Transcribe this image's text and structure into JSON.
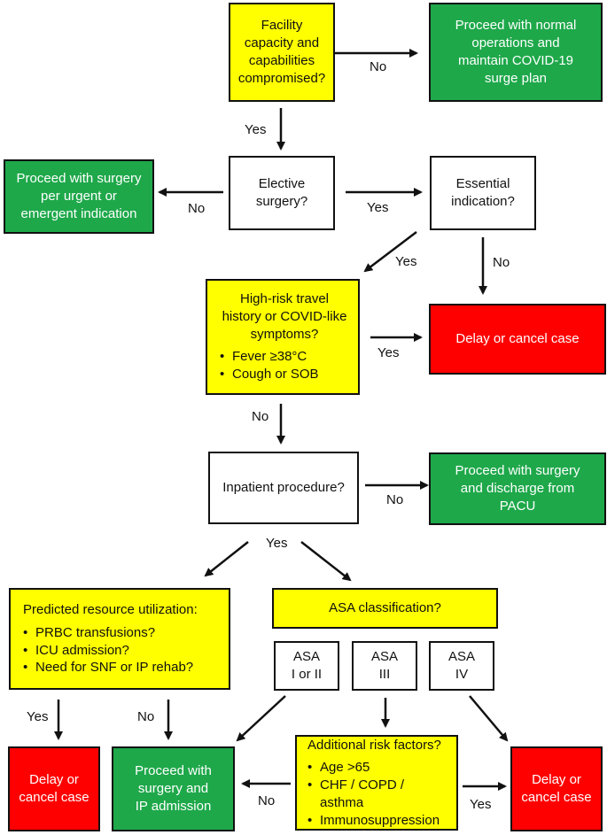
{
  "colors": {
    "decision": "#ffff00",
    "proceed": "#1ea84a",
    "stop": "#ff0000",
    "neutral": "#ffffff"
  },
  "boxes": {
    "facility": [
      "Facility",
      "capacity and",
      "capabilities",
      "compromised?"
    ],
    "normal_ops": [
      "Proceed with normal",
      "operations and",
      "maintain COVID-19",
      "surge plan"
    ],
    "urgent": [
      "Proceed with surgery",
      "per urgent or",
      "emergent indication"
    ],
    "elective": [
      "Elective",
      "surgery?"
    ],
    "essential": [
      "Essential",
      "indication?"
    ],
    "highrisk": {
      "title": [
        "High-risk travel",
        "history or COVID-like",
        "symptoms?"
      ],
      "bullets": [
        "Fever ≥38°C",
        "Cough or SOB"
      ]
    },
    "delay1": [
      "Delay or cancel case"
    ],
    "inpatient": [
      "Inpatient procedure?"
    ],
    "discharge": [
      "Proceed with surgery",
      "and discharge from",
      "PACU"
    ],
    "resource": {
      "title": "Predicted resource utilization:",
      "bullets": [
        "PRBC transfusions?",
        "ICU admission?",
        "Need for SNF or IP rehab?"
      ]
    },
    "asa": [
      "ASA classification?"
    ],
    "asa12": [
      "ASA",
      "I or II"
    ],
    "asa3": [
      "ASA",
      "III"
    ],
    "asa4": [
      "ASA",
      "IV"
    ],
    "delay2": [
      "Delay or",
      "cancel case"
    ],
    "proceed_ip": [
      "Proceed with",
      "surgery and",
      "IP admission"
    ],
    "riskfactors": {
      "title": "Additional risk factors?",
      "bullets": [
        "Age >65",
        "CHF / COPD / asthma",
        "Immunosuppression"
      ]
    },
    "delay3": [
      "Delay or",
      "cancel case"
    ]
  },
  "labels": {
    "no_facility": "No",
    "yes_facility": "Yes",
    "no_elective": "No",
    "yes_elective": "Yes",
    "yes_essential": "Yes",
    "no_essential": "No",
    "yes_highrisk": "Yes",
    "no_highrisk": "No",
    "no_inpatient": "No",
    "yes_inpatient": "Yes",
    "yes_resource": "Yes",
    "no_resource": "No",
    "no_risk": "No",
    "yes_risk": "Yes"
  }
}
